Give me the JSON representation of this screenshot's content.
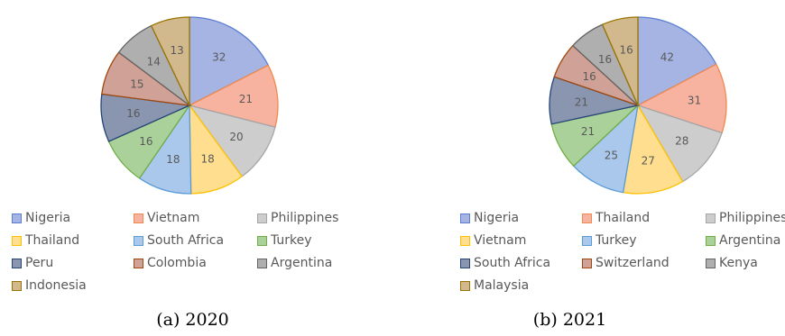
{
  "chart_data": [
    {
      "type": "pie",
      "caption": "(a) 2020",
      "categories": [
        "Nigeria",
        "Vietnam",
        "Philippines",
        "Thailand",
        "South Africa",
        "Turkey",
        "Peru",
        "Colombia",
        "Argentina",
        "Indonesia"
      ],
      "values": [
        32,
        21,
        20,
        18,
        18,
        16,
        16,
        15,
        14,
        13
      ],
      "colors": [
        "#a5b4e2",
        "#f7b3a0",
        "#cdcdcd",
        "#ffde8f",
        "#a9c8ec",
        "#aad19a",
        "#8a95b0",
        "#d0a196",
        "#afafaf",
        "#d2b98d"
      ],
      "edge_colors": [
        "#5b7ed0",
        "#f0894f",
        "#a5a5a5",
        "#ffc000",
        "#5b9bd5",
        "#70ad47",
        "#264478",
        "#9e480e",
        "#636363",
        "#997300"
      ],
      "legend": {
        "position": "bottom",
        "columns": 3
      },
      "data_labels": true
    },
    {
      "type": "pie",
      "caption": "(b) 2021",
      "categories": [
        "Nigeria",
        "Thailand",
        "Philippines",
        "Vietnam",
        "Turkey",
        "Argentina",
        "South Africa",
        "Switzerland",
        "Kenya",
        "Malaysia"
      ],
      "values": [
        42,
        31,
        28,
        27,
        25,
        21,
        21,
        16,
        16,
        16
      ],
      "colors": [
        "#a5b4e2",
        "#f7b3a0",
        "#cdcdcd",
        "#ffde8f",
        "#a9c8ec",
        "#aad19a",
        "#8a95b0",
        "#d0a196",
        "#afafaf",
        "#d2b98d"
      ],
      "edge_colors": [
        "#5b7ed0",
        "#f0894f",
        "#a5a5a5",
        "#ffc000",
        "#5b9bd5",
        "#70ad47",
        "#264478",
        "#9e480e",
        "#636363",
        "#997300"
      ],
      "legend": {
        "position": "bottom",
        "columns": 3
      },
      "data_labels": true
    }
  ]
}
